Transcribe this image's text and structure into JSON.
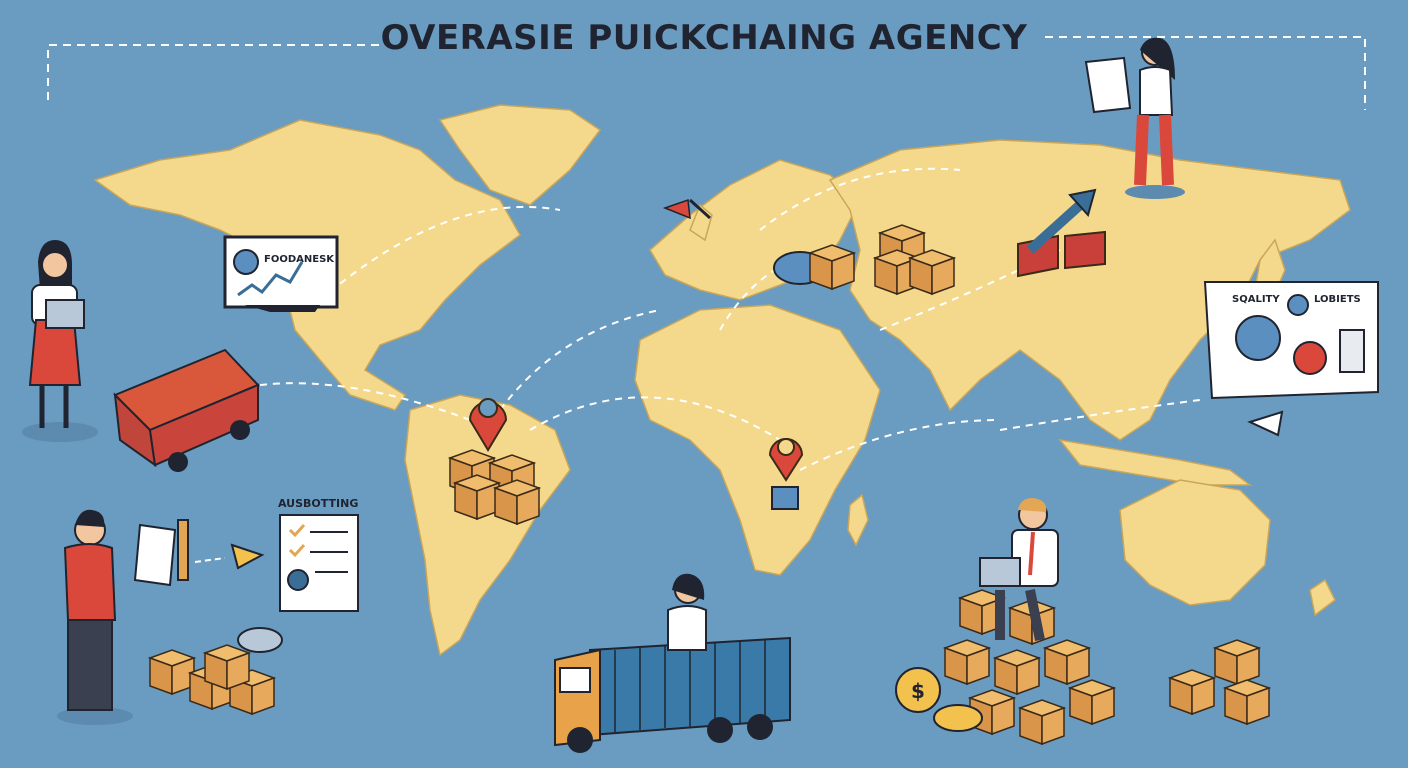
{
  "title": "OVERASIE PUICKCHAING AGENCY",
  "labels": {
    "monitor_text": "FOODANESK",
    "checklist_heading": "AUSBOTTING",
    "board_left": "SQALITY",
    "board_right": "LOBIETS",
    "coin_symbol": "$"
  },
  "colors": {
    "ocean": "#6a9bc0",
    "land": "#f4d98c",
    "box": "#e3a655",
    "pin": "#d9483b",
    "route": "#ffffff"
  }
}
